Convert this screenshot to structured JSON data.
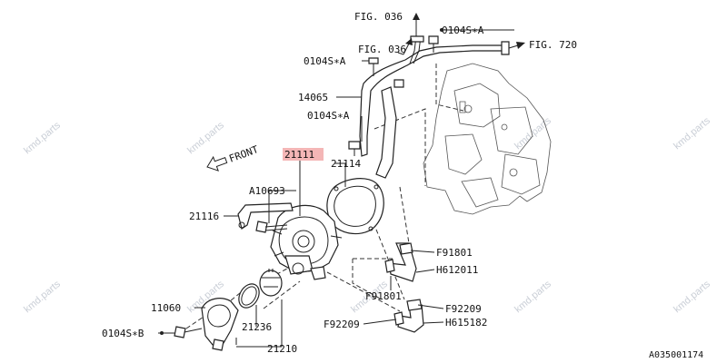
{
  "refs": {
    "fig036_top": "FIG. 036",
    "fig036_mid": "FIG. 036",
    "fig720": "FIG. 720"
  },
  "parts": {
    "p0104sa_top": "0104S∗A",
    "p0104sa_left": "0104S∗A",
    "p0104sa_mid": "0104S∗A",
    "p14065": "14065",
    "p21111": "21111",
    "p21114": "21114",
    "pA10693": "A10693",
    "p21116": "21116",
    "pF91801_r": "F91801",
    "pH612011": "H612011",
    "pF91801_b": "F91801",
    "pF92209_r": "F92209",
    "pF92209_l": "F92209",
    "pH615182": "H615182",
    "p11060": "11060",
    "p0104sb": "0104S∗B",
    "p21236": "21236",
    "p21210": "21210"
  },
  "direction_label": "FRONT",
  "diagram_code": "A035001174",
  "watermark": "kmd.parts",
  "highlight_color": "#f4b6b6"
}
